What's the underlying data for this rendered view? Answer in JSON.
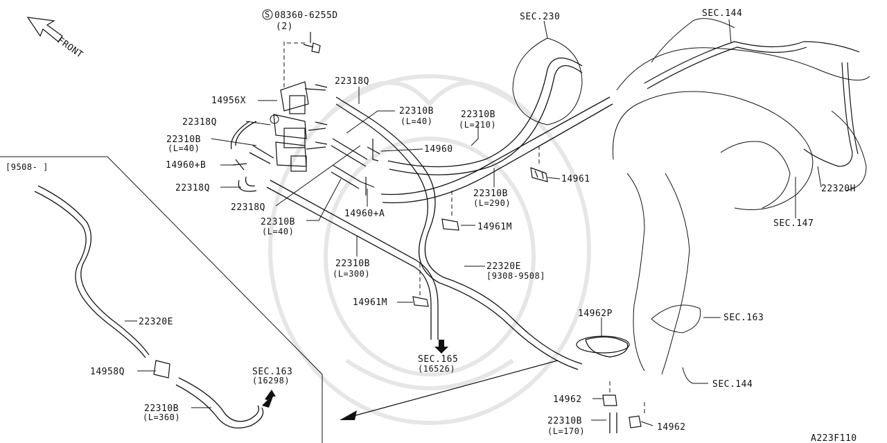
{
  "front_label": "FRONT",
  "bolt": {
    "symbol": "S",
    "part": "08360-6255D",
    "qty": "(2)"
  },
  "labels": {
    "sec230": "SEC.230",
    "sec144_top": "SEC.144",
    "p14956x": "14956X",
    "p22318q_top": "22318Q",
    "p22310b_40a": "22310B",
    "p22310b_40a_len": "(L=40)",
    "p22310b_210": "22310B",
    "p22310b_210_len": "(L=210)",
    "p22318q_left": "22318Q",
    "p22310b_40b": "22310B",
    "p22310b_40b_len": "(L=40)",
    "p14960": "14960",
    "p14960b": "14960+B",
    "p14961": "14961",
    "p22318q_low": "22318Q",
    "p22310b_290": "22310B",
    "p22310b_290_len": "(L=290)",
    "p22318q_mid": "22318Q",
    "p14960a": "14960+A",
    "p14961m_a": "14961M",
    "p22310b_40c": "22310B",
    "p22310b_40c_len": "(L=40)",
    "p22320e_main": "22320E",
    "p22320e_main_range": "[9308-9508]",
    "p22310b_300": "22310B",
    "p22310b_300_len": "(L=300)",
    "p14961m_b": "14961M",
    "sec165": "SEC.165",
    "sec165_ref": "(16526)",
    "p14962p": "14962P",
    "sec163_right": "SEC.163",
    "sec144_bottom": "SEC.144",
    "p14962_a": "14962",
    "p14962_b": "14962",
    "p22310b_170": "22310B",
    "p22310b_170_len": "(L=170)",
    "p22320h": "22320H",
    "sec147": "SEC.147",
    "inset_range": "[9508-      ]",
    "p22320e_inset": "22320E",
    "p14958q": "14958Q",
    "p22310b_360": "22310B",
    "p22310b_360_len": "(L=360)",
    "sec163_inset": "SEC.163",
    "sec163_inset_ref": "(16298)",
    "diagram_code": "A223F110"
  },
  "icons": {
    "front_arrow": "front-arrow-icon",
    "bolt_symbol": "circled-s-icon",
    "direction_arrow": "down-arrow-icon"
  },
  "colors": {
    "ink": "#111111",
    "background": "#ffffff",
    "watermark": "#e6e6e6"
  }
}
